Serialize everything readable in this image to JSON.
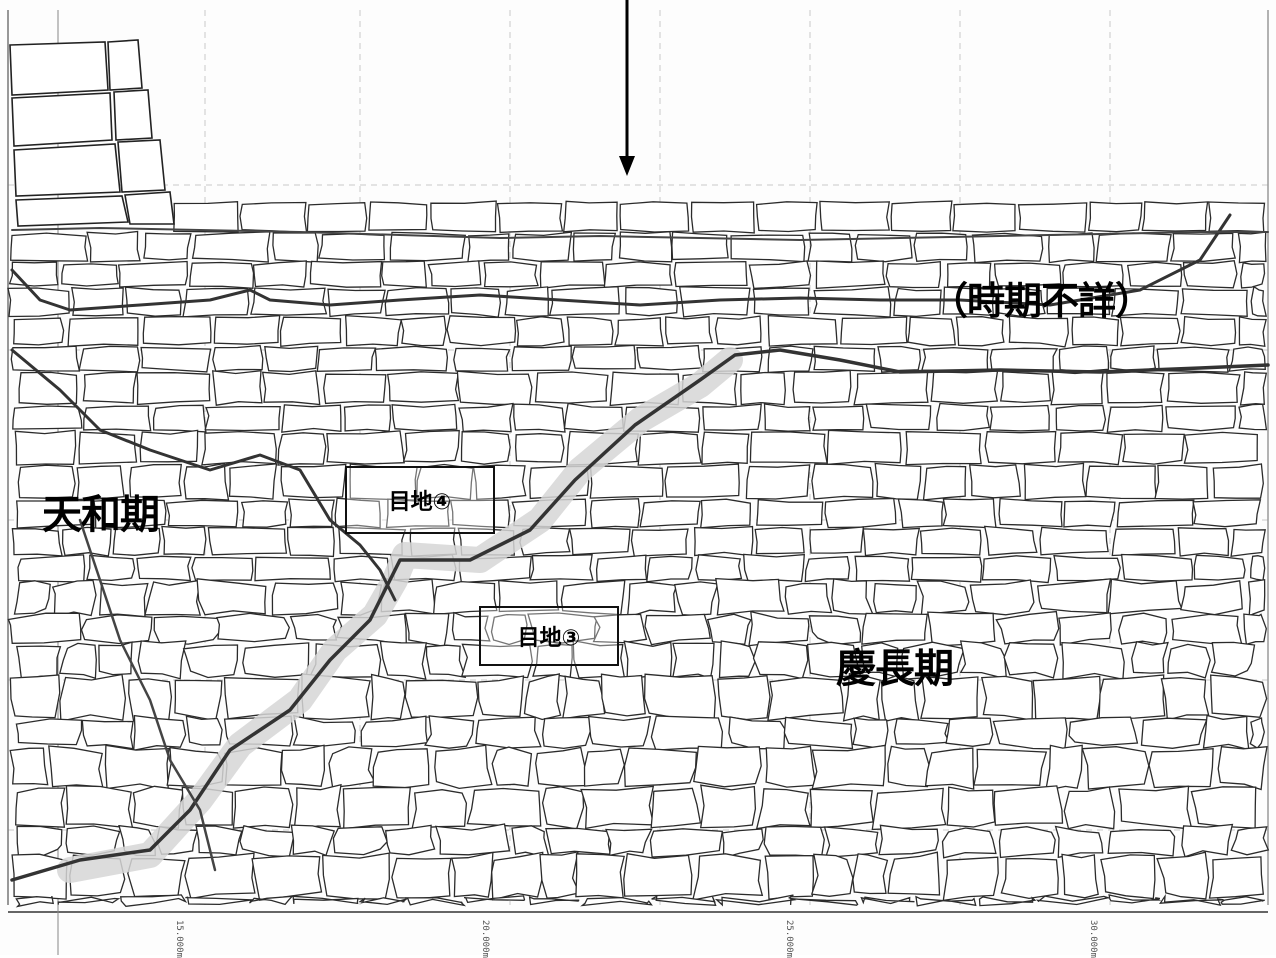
{
  "labels": {
    "tenwa": "天和期",
    "keicho": "慶長期",
    "unknown": "（時期不詳）",
    "joint4": "目地④",
    "joint3": "目地③"
  },
  "scale": {
    "ticks": [
      "15.000m",
      "20.000m",
      "25.000m",
      "30.000m"
    ]
  },
  "colors": {
    "stone_outline": "#2b2b2b",
    "seam_line": "#333333",
    "joint_fill": "#d6d6d6",
    "background": "#fdfdfd"
  }
}
